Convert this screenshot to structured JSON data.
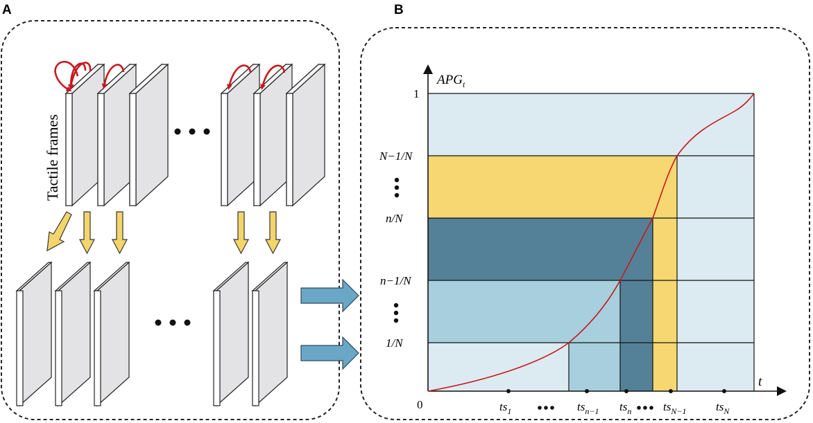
{
  "panels": {
    "left_letter": "A",
    "right_letter": "B"
  },
  "left": {
    "vertical_label": "Tactile frames"
  },
  "chart": {
    "y_axis_label": "APG",
    "y_axis_sub": "t",
    "x_axis_label": "t",
    "origin_label": "0",
    "y_top_tick": "1",
    "y_tick_N1": "N−1/N",
    "y_tick_n": "n/N",
    "y_tick_n1": "n−1/N",
    "y_tick_1": "1/N",
    "x_tick_ts1_base": "ts",
    "x_tick_ts1_sub": "1",
    "x_tick_tsn1_base": "ts",
    "x_tick_tsn1_sub": "n−1",
    "x_tick_tsn_base": "ts",
    "x_tick_tsn_sub": "n",
    "x_tick_tsN1_base": "ts",
    "x_tick_tsN1_sub": "N−1",
    "x_tick_tsN_base": "ts",
    "x_tick_tsN_sub": "N"
  },
  "colors": {
    "light_blue": "#dcebf1",
    "mid_blue": "#a7cfdd",
    "dark_teal": "#558198",
    "yellow": "#f6d772",
    "curve_red": "#c8171c",
    "arrow_yellow": "#f3d56b",
    "arrow_blue": "#6aa7c6",
    "frame_face": "#e3e3e5"
  }
}
